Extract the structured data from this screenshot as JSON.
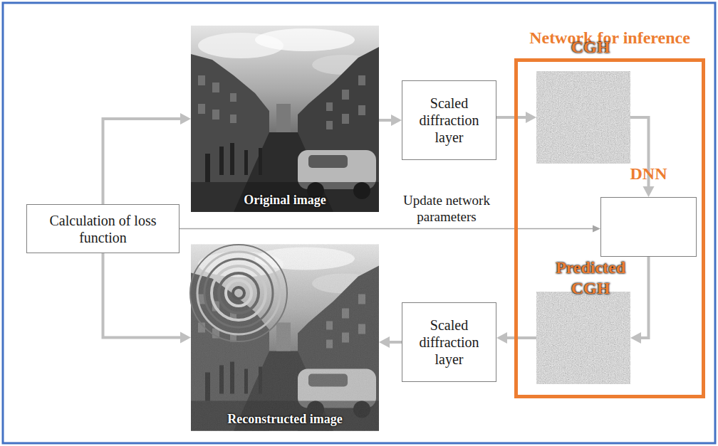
{
  "diagram": {
    "nodes": [
      {
        "text": [
          "Original image"
        ]
      },
      {
        "text": [
          "Scaled diffraction layer"
        ]
      },
      {
        "text": [
          "Network for inference"
        ]
      },
      {
        "text": [
          "CGH"
        ],
        "in": 2
      },
      {
        "text": [
          "Calculation of loss function"
        ]
      },
      {
        "text": [
          "DNN"
        ],
        "in": 2
      },
      {
        "text": [
          "Reconstructed image"
        ]
      },
      {
        "text": [
          "Scaled diffraction layer"
        ]
      },
      {
        "text": [
          "Predicted CGH"
        ],
        "in": 2
      }
    ],
    "edges": [
      {
        "from": 4,
        "to": 0,
        "arrow": "to"
      },
      {
        "from": 4,
        "to": 6,
        "arrow": "to"
      },
      {
        "from": 0,
        "to": 1,
        "arrow": "to"
      },
      {
        "from": 1,
        "to": 3,
        "arrow": "to"
      },
      {
        "from": 3,
        "to": 5,
        "arrow": "to"
      },
      {
        "from": 5,
        "to": 8,
        "arrow": "to"
      },
      {
        "from": 8,
        "to": 7,
        "arrow": "to"
      },
      {
        "from": 7,
        "to": 6,
        "arrow": "to"
      },
      {
        "from": 4,
        "to": 5,
        "label": "Update network parameters",
        "arrow": "to"
      }
    ]
  }
}
